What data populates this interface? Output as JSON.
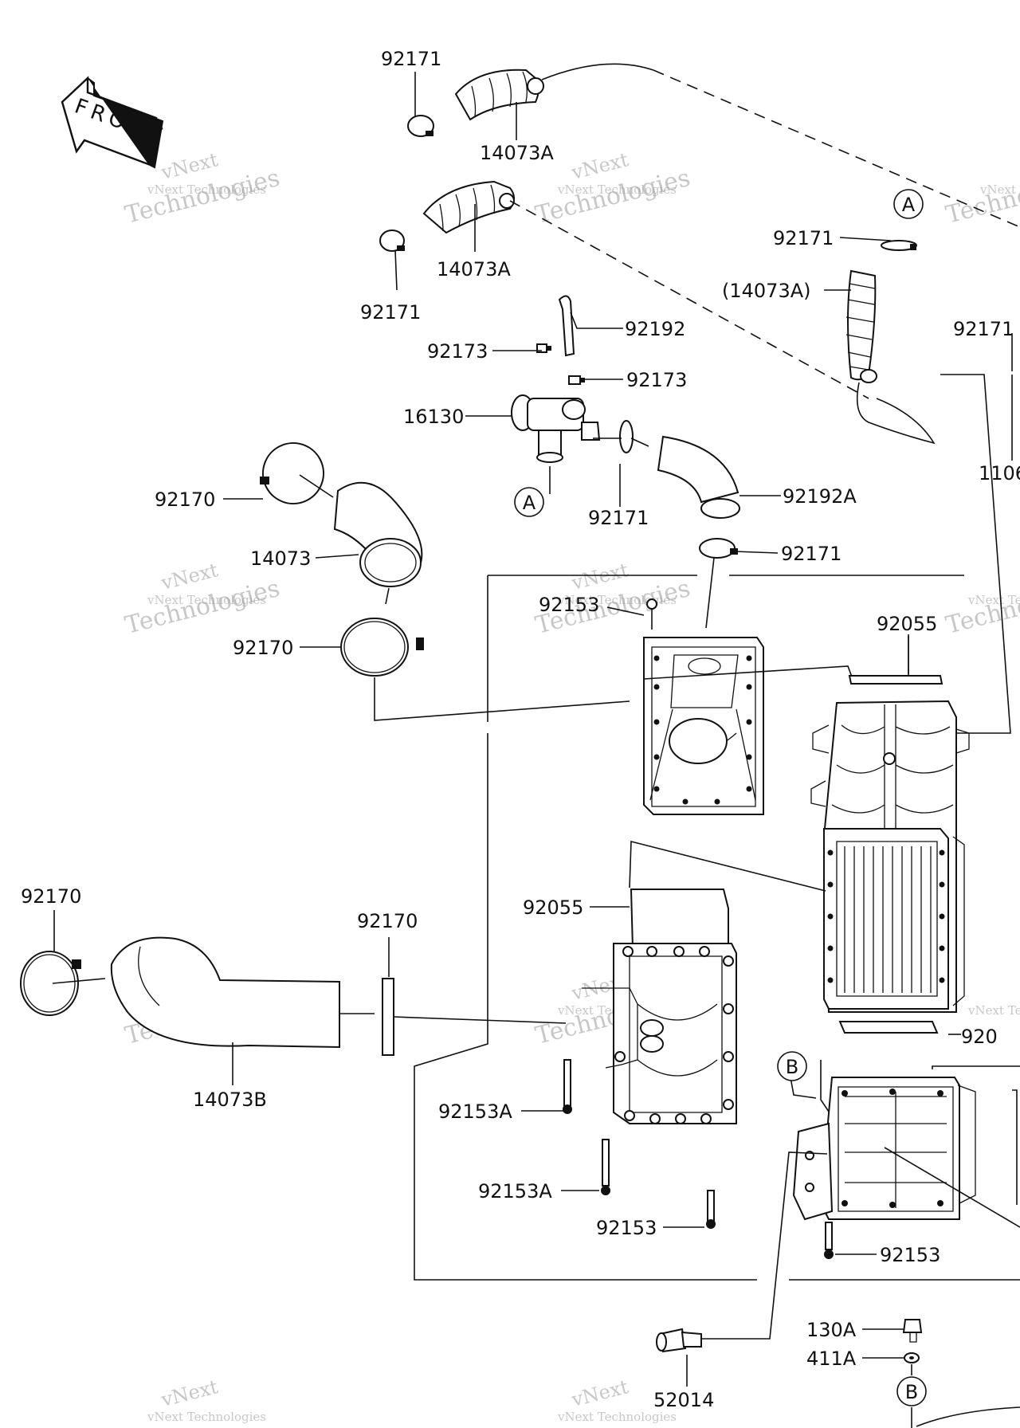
{
  "diagram": {
    "front_label": "FRONT",
    "watermark_line1": "vNext Technologies",
    "watermark_line2": "Technologies",
    "watermark_prefix": "vNext",
    "refs": {
      "a": "A",
      "b": "B"
    },
    "callouts": {
      "p92171": "92171",
      "p14073A": "14073A",
      "p14073A_paren": "(14073A)",
      "p92192": "92192",
      "p92173": "92173",
      "p16130": "16130",
      "p92170": "92170",
      "p14073": "14073",
      "p92192A": "92192A",
      "p92153": "92153",
      "p92055": "92055",
      "p14073B": "14073B",
      "p92153A": "92153A",
      "p52014": "52014",
      "p130A": "130A",
      "p411A": "411A",
      "p1106_partial": "1106",
      "p9217_partial": "92171",
      "p920_partial": "920"
    }
  }
}
